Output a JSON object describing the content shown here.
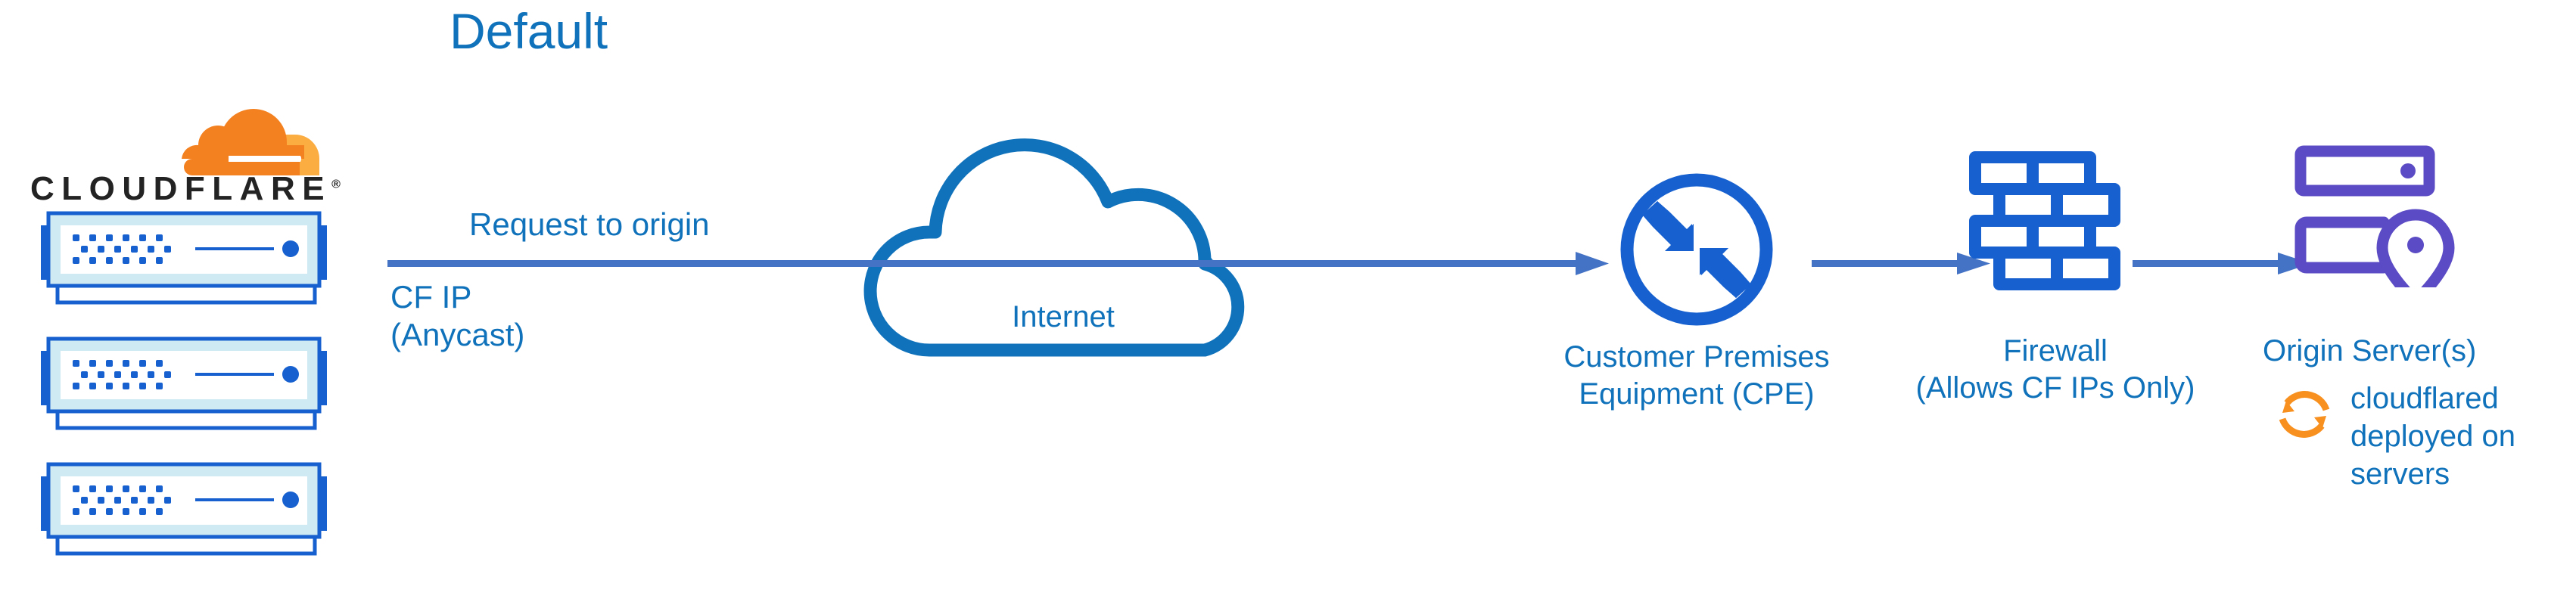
{
  "diagram": {
    "title": "Default",
    "colors": {
      "primary_blue": "#1072BA",
      "icon_blue": "#1660CF",
      "arrow_blue": "#4472C4",
      "purple": "#5B4BC4",
      "cloudflare_orange": "#F48120",
      "cloudflare_orange_light": "#FBAD41",
      "wordmark_dark": "#232323",
      "server_fill": "#CFEAF2"
    }
  },
  "cloudflare": {
    "wordmark": "CLOUDFLARE",
    "registered_mark": "®",
    "logo_icon": "cloudflare-cloud-icon",
    "servers": [
      {
        "label": "cf-server-1"
      },
      {
        "label": "cf-server-2"
      },
      {
        "label": "cf-server-3"
      }
    ]
  },
  "flow": {
    "request_label": "Request to origin",
    "cf_ip_label": "CF IP\n(Anycast)"
  },
  "internet": {
    "label": "Internet",
    "icon": "cloud-outline-icon"
  },
  "cpe": {
    "label": "Customer Premises\nEquipment (CPE)",
    "icon": "router-arrows-circle-icon"
  },
  "firewall": {
    "label": "Firewall\n(Allows CF IPs Only)",
    "icon": "brick-wall-icon"
  },
  "origin": {
    "label": "Origin Server(s)",
    "icon": "server-rack-location-pin-icon"
  },
  "cloudflared": {
    "note": "cloudflared\ndeployed on\nservers",
    "icon": "sync-arrows-icon"
  }
}
